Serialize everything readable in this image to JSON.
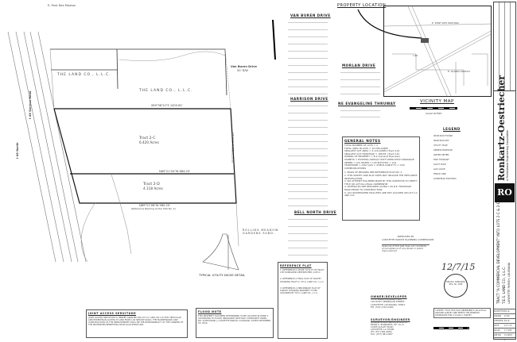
{
  "plat": {
    "top_road": "E. Pont Des Mouton",
    "service_road": "I-49 Service Road",
    "interstate": "I-49 North",
    "owner_1": "THE LAND CO., L.L.C.",
    "owner_2": "THE LAND CO., L.L.C.",
    "north_bearing": "S89°58'52\"E 1005.82'",
    "middle_bearing": "N89°21'04\"W 884.03'",
    "south_bearing": "N89°21'06\"W 960.20'",
    "south_note": "(Reference Bearing As Per Plat No. 2)",
    "east_bearing": "S00°21'55\"W 300.16'",
    "tract_c_name": "Tract 2-C",
    "tract_c_area": "6.420 Acres",
    "tract_d_name": "Tract 2-D",
    "tract_d_area": "4.118 Acres",
    "van_buren_label": "Van Buren Drive",
    "van_buren_row": "50' R/W",
    "subdivision": "ROLLING MEADOW GARDENS SUBD.",
    "detail_label": "TYPICAL UTILITY NICHE DETAIL"
  },
  "streets": {
    "van_buren": "VAN BUREN DRIVE",
    "harrison": "HARRISON DRIVE",
    "bell_north": "BELL NORTH DRIVE",
    "morlan": "MORLAN DRIVE",
    "evangeline": "NE EVANGELINE THRUWAY"
  },
  "vicinity": {
    "property_location": "PROPERTY LOCATION",
    "title": "VICINITY MAP",
    "scale": "SCALE IN FEET",
    "road_1": "E. PONT DES MOUTON",
    "road_2": "E. GLORIA SWITCH",
    "road_3": "I-49"
  },
  "notes": {
    "general_title": "GENERAL NOTES",
    "general_items": [
      "TOTAL NUMBER OF LOTS = 2",
      "TOTAL AREA IN LOTS = 10.538 ACRES",
      "SMALLEST LOT AREA = 4.118 ACRES (Tract 2-D)",
      "SMALLEST LOT FRONTAGE = 168.65' (Tract 2-D)",
      "ZONING OF PROPERTY = B-2 (General Business)",
      "STREETS = EXISTING ASPHALT WITH OPEN DITCH DRAINAGE",
      "SEWER = LUS   WATER = LUS   ELECTRIC = LUS",
      "TELEPHONE = AT&T   GAS = ATMOS   CABLE TV = COX COMMUNICATIONS",
      "1. BASIS OF BEARING PER REFERENCE PLAT NO. 2",
      "2. THIS SURVEY AND PLAT DOES NOT INCLUDE THE WETLANDS INVESTIGATION.",
      "3. NO ATTEMPT HAS BEEN MADE BY THIS SURVEYOR TO VERIFY TITLE OR ACTUAL LEGAL OWNERSHIP.",
      "4. SIDEWALKS ARE REQUIRED ALONG I-49 N.E. FRONTAGE ROAD PRIOR TO CONSTRUCTION.",
      "5. LUS WASTEWATER FACILITIES ARE NOT LOCATED ON LOT 2-C AND 2-D."
    ],
    "legend_title": "LEGEND",
    "joint_title": "JOINT ACCESS SERVITUDE",
    "joint_text": "JOINT ACCESS SERVITUDE IS HEREBY GRANTED ON LOT 2-C AND LOT 2-D FOR VEHICULAR AND PEDESTRIAN ACCESS TO AND FROM I-49 SERVICE ROAD. THE MAINTENANCE AND CONSTRUCTION OF THE IMPROVEMENT SHALL BE THE RESPONSIBILITY OF THE OWNERS OF THE PROPERTIES BENEFITING FROM SAID SERVITUDE.",
    "flood_title": "FLOOD NOTE",
    "flood_text": "THIS PROPERTY HAS BEEN DETERMINED TO BE LOCATED IN ZONE X ACCORDING TO FLOOD INSURANCE RATE MAP, COMMUNITY PANEL NO. 22055C0090 J, LAFAYETTE PARISH, LOUISIANA, DATED DECEMBER 18, 2014.",
    "reference_title": "REFERENCE PLAT",
    "reference_items": [
      "1. REFERENCE IS MADE TO PLAT OF TRACT 2 BY RONKARTZ-OESTRIECHER, A.P.E.C.",
      "2. REFERENCE A FINAL PLAT OF SURVEY SHOWING TRACT 2, T.E.S. LAND CO., L.L.C.",
      "3. REFERENCE A PRELIMINARY PLAT OF SURVEY SHOWING PROPERTY TO BE ACQUIRED BY T.E.S. LAND CO., L.L.C."
    ]
  },
  "approval": {
    "title": "APPROVED BY",
    "body": "LAFAYETTE PARISH PLANNING COMMISSION",
    "text": "Approval of this plat does not constitute an acceptance of any street or public improvement.",
    "date": "12/7/15",
    "stamp_name": "BRIAN K. RONKARTZ",
    "stamp_reg": "REG. No. 4938",
    "certify": "I CERTIFY THAT THIS PLAT REPRESENTS AN ACTUAL GROUND SURVEY AND MEETS THE MINIMUM STANDARDS FOR A CLASS C SURVEY."
  },
  "owner_dev": {
    "title": "OWNER/DEVELOPER",
    "lines": [
      "T.E.S. LAND COMPANY, LLC",
      "107 EAST VERMILION STREET",
      "LAFAYETTE, LOUISIANA 70501",
      "PH: (337) 232-2400"
    ]
  },
  "surveyor": {
    "title": "SURVEYOR/ENGINEER",
    "lines": [
      "RONKARTZ-OESTRIECHER, A.P.E.C.",
      "BRIAN K. RONKARTZ, P.E., P.L.S.",
      "10185 GULLEY ROAD",
      "LAFAYETTE, LA 70508",
      "PH: (337) 981-0660",
      "FAX: (337) 981-4287"
    ]
  },
  "title_block": {
    "firm": "Ronkartz-Oestriecher",
    "firm_sub": "A Professional Engineering Corporation",
    "logo": "RO",
    "project": "TRACT \"A COMMERCIAL DEVELOPMENT\" INTO LOTS 2-C & 2-D",
    "owner": "T.E.S. LAND CO., L.L.C.",
    "location": "LAFAYETTE PARISH, LOUISIANA",
    "rows": [
      [
        "SURVEYED",
        "B.K.R."
      ],
      [
        "DRAWN",
        "R.T.M."
      ],
      [
        "CHECKED",
        "B.K.R."
      ],
      [
        "DATE",
        "12-7-15"
      ],
      [
        "SCALE",
        "1\"=100'"
      ],
      [
        "JOB NO.",
        "15-0823"
      ]
    ],
    "sheet": "1"
  },
  "legend_items": [
    "IRON ROD FOUND",
    "IRON ROD SET",
    "UTILITY POLE",
    "SEWER MANHOLE",
    "WATER METER",
    "FIRE HYDRANT",
    "LIGHT POLE",
    "GAS VALVE",
    "FENCE LINE",
    "OVERHEAD ELECTRIC"
  ]
}
